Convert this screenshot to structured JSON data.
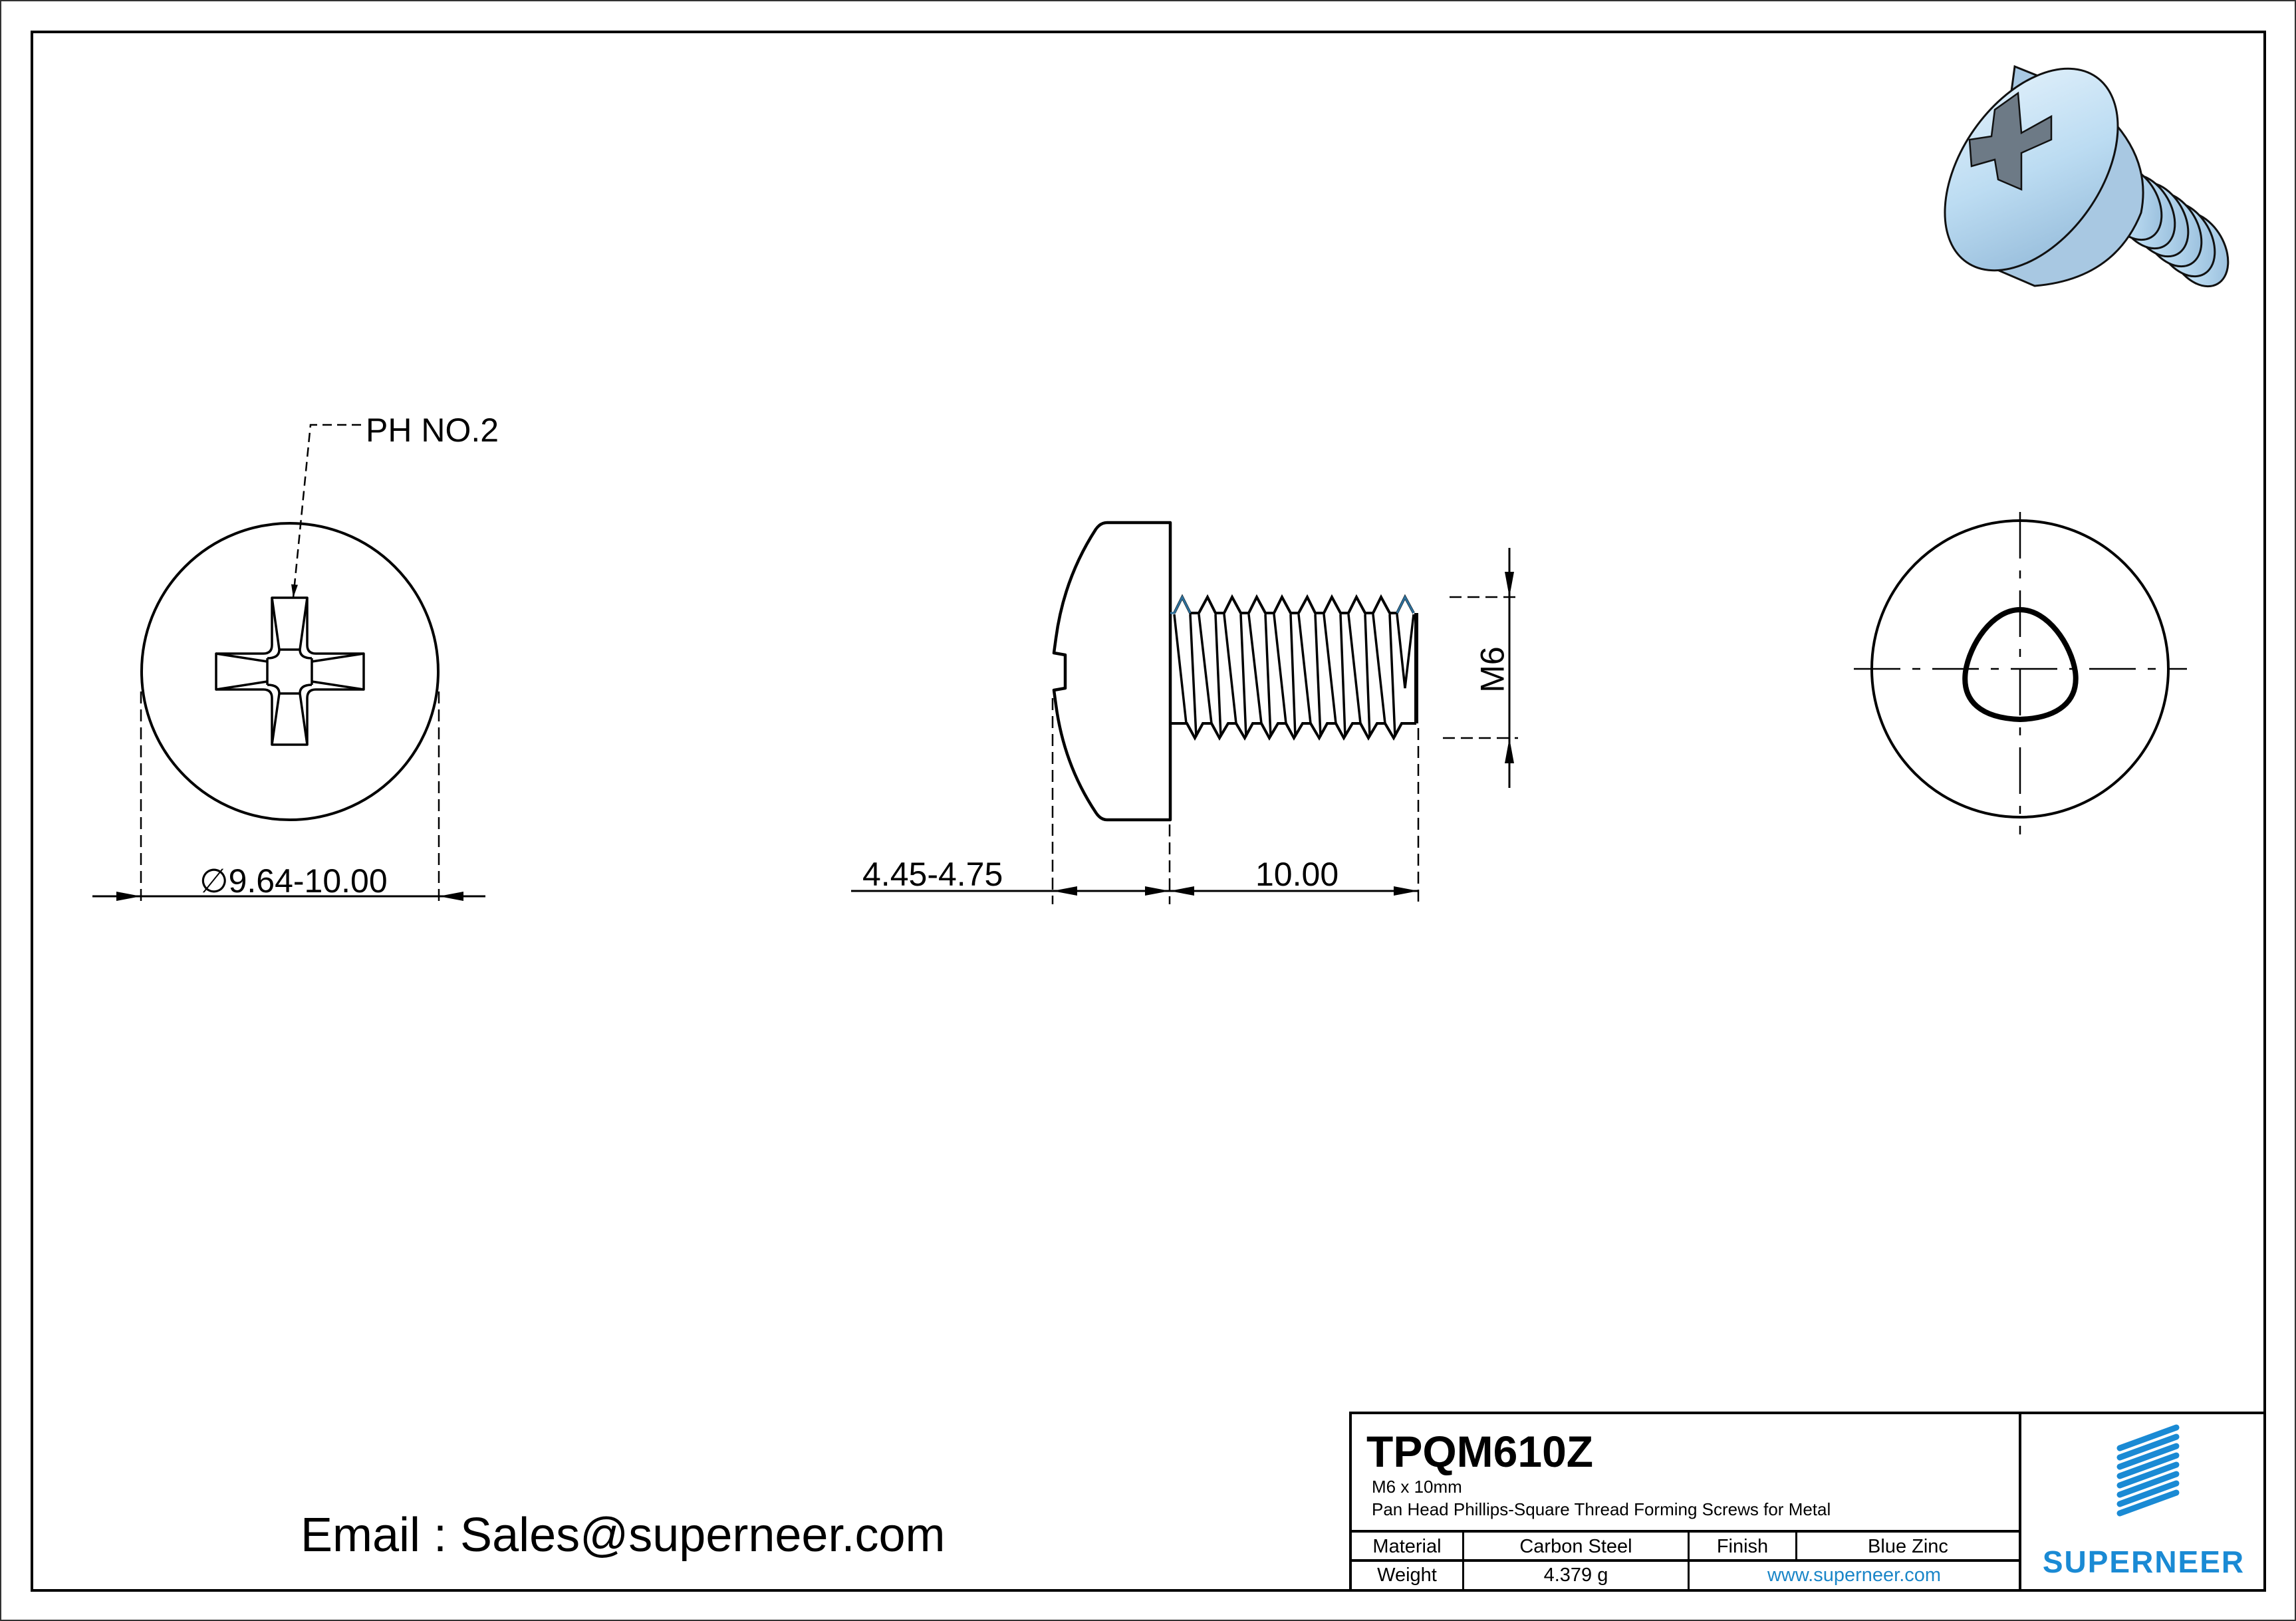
{
  "drawing": {
    "top_view": {
      "callout": "PH NO.2",
      "diameter_symbol": "∅",
      "diameter_dim": "9.64-10.00"
    },
    "side_view": {
      "head_height_dim": "4.45-4.75",
      "length_dim": "10.00",
      "thread_dim": "M6"
    },
    "end_view": {
      "shape": "trilobular-thread-section"
    },
    "iso_render": {
      "label": "screw-3d-render",
      "color": "#bcdcf2"
    }
  },
  "contact": {
    "email_line": "Email : Sales@superneer.com"
  },
  "title_block": {
    "part_number": "TPQM610Z",
    "size": "M6 x 10mm",
    "description": "Pan Head Phillips-Square Thread Forming Screws for Metal",
    "rows": [
      {
        "label": "Material",
        "value": "Carbon Steel",
        "label2": "Finish",
        "value2": "Blue Zinc"
      },
      {
        "label": "Weight",
        "value": "4.379 g",
        "url": "www.superneer.com"
      }
    ],
    "logo": {
      "name": "SUPERNEER",
      "color": "#1a8ad4"
    }
  }
}
